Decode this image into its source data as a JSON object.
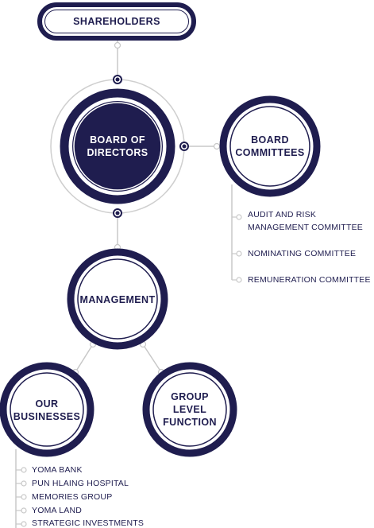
{
  "shareholders": {
    "label": "SHAREHOLDERS"
  },
  "board": {
    "line1": "BOARD OF",
    "line2": "DIRECTORS"
  },
  "committees": {
    "line1": "BOARD",
    "line2": "COMMITTEES",
    "items": [
      {
        "line1": "AUDIT AND RISK",
        "line2": "MANAGEMENT COMMITTEE"
      },
      {
        "line1": "NOMINATING COMMITTEE"
      },
      {
        "line1": "REMUNERATION COMMITTEE"
      }
    ]
  },
  "management": {
    "label": "MANAGEMENT"
  },
  "businesses": {
    "line1": "OUR",
    "line2": "BUSINESSES",
    "items": [
      "YOMA BANK",
      "PUN HLAING HOSPITAL",
      "MEMORIES GROUP",
      "YOMA LAND",
      "STRATEGIC INVESTMENTS"
    ]
  },
  "group_function": {
    "line1": "GROUP",
    "line2": "LEVEL",
    "line3": "FUNCTION"
  },
  "colors": {
    "navy": "#1f1d4f",
    "connector": "#c8c8c8"
  }
}
